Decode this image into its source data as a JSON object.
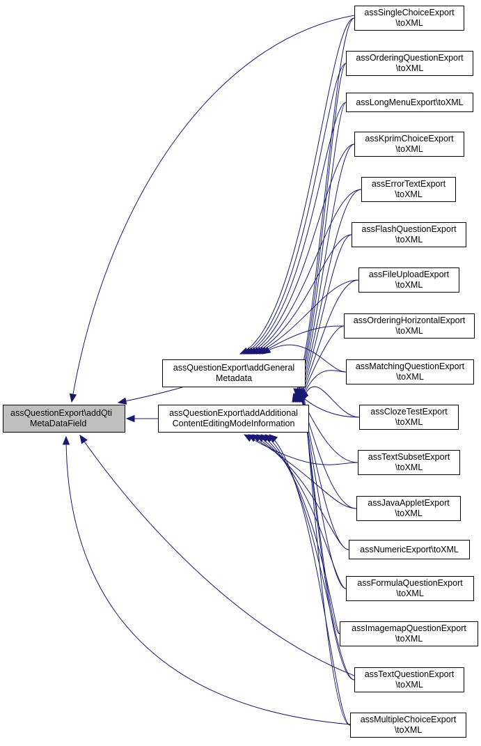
{
  "colors": {
    "edge": "#191970",
    "node_border": "#000000",
    "focus_fill": "#bfbfbf"
  },
  "nodes": {
    "root": {
      "lines": [
        "assQuestionExport\\addQti",
        "MetaDataField"
      ]
    },
    "general": {
      "lines": [
        "assQuestionExport\\addGeneral",
        "Metadata"
      ]
    },
    "additional": {
      "lines": [
        "assQuestionExport\\addAdditional",
        "ContentEditingModeInformation"
      ]
    },
    "leaves": [
      {
        "lines": [
          "assSingleChoiceExport",
          "\\toXML"
        ]
      },
      {
        "lines": [
          "assOrderingQuestionExport",
          "\\toXML"
        ]
      },
      {
        "lines": [
          "assLongMenuExport\\toXML"
        ]
      },
      {
        "lines": [
          "assKprimChoiceExport",
          "\\toXML"
        ]
      },
      {
        "lines": [
          "assErrorTextExport",
          "\\toXML"
        ]
      },
      {
        "lines": [
          "assFlashQuestionExport",
          "\\toXML"
        ]
      },
      {
        "lines": [
          "assFileUploadExport",
          "\\toXML"
        ]
      },
      {
        "lines": [
          "assOrderingHorizontalExport",
          "\\toXML"
        ]
      },
      {
        "lines": [
          "assMatchingQuestionExport",
          "\\toXML"
        ]
      },
      {
        "lines": [
          "assClozeTestExport",
          "\\toXML"
        ]
      },
      {
        "lines": [
          "assTextSubsetExport",
          "\\toXML"
        ]
      },
      {
        "lines": [
          "assJavaAppletExport",
          "\\toXML"
        ]
      },
      {
        "lines": [
          "assNumericExport\\toXML"
        ]
      },
      {
        "lines": [
          "assFormulaQuestionExport",
          "\\toXML"
        ]
      },
      {
        "lines": [
          "assImagemapQuestionExport",
          "\\toXML"
        ]
      },
      {
        "lines": [
          "assTextQuestionExport",
          "\\toXML"
        ]
      },
      {
        "lines": [
          "assMultipleChoiceExport",
          "\\toXML"
        ]
      }
    ]
  }
}
